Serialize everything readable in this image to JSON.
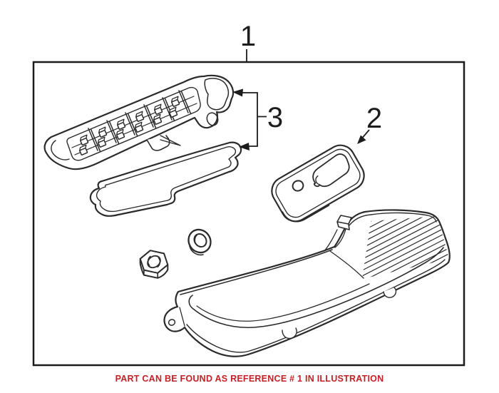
{
  "illustration": {
    "callout_1": "1",
    "callout_2": "2",
    "callout_3": "3",
    "caption": "PART CAN BE FOUND AS REFERENCE # 1 IN ILLUSTRATION",
    "parts": [
      {
        "ref": "1",
        "drawing": "tail-light-assembly-illustration-frame"
      },
      {
        "ref": "2",
        "drawing": "backing-plate-gasket"
      },
      {
        "ref": "3",
        "drawing": "bulb-socket-carrier-and-gasket"
      }
    ]
  },
  "colors": {
    "line": "#2b2b2b",
    "frame": "#1c1c1c",
    "caption_red": "#c32127",
    "background": "#ffffff"
  }
}
